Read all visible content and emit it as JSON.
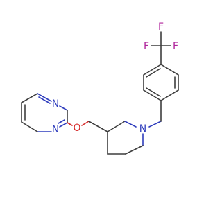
{
  "atom_labels": {
    "n_pyrimidine_top": "N",
    "n_pyrimidine_bottom": "N",
    "o_ether": "O",
    "n_piperidine": "N",
    "f_top": "F",
    "f_left": "F",
    "f_right": "F"
  },
  "colors": {
    "nitrogen": "#2f3dbd",
    "oxygen": "#d62828",
    "fluorine": "#b0249b",
    "bond": "#3d3d3d",
    "background": "#ffffff"
  }
}
